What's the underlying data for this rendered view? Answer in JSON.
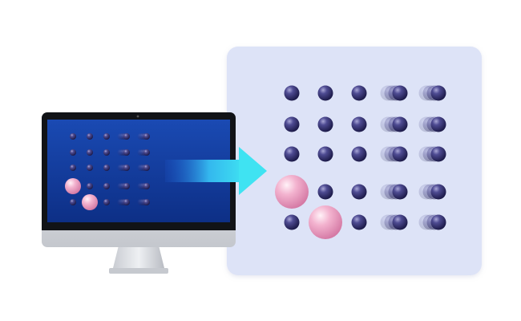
{
  "illustration": {
    "colors": {
      "panel_bg": "#dde3f7",
      "screen_bg": "#103a9a",
      "arrow_start": "#1e5cd6",
      "arrow_end": "#3fe3f2",
      "dot_dark": "#2c2a66",
      "dot_pink": "#f0aac8",
      "monitor_silver": "#d7d9de",
      "bezel": "#111317"
    },
    "icons": [
      "monitor-icon",
      "arrow-right-icon",
      "dot-grid-icon"
    ],
    "grid": {
      "rows": 5,
      "cols": 5,
      "pink_cells": [
        {
          "row": 4,
          "col": 1
        },
        {
          "row": 5,
          "col": 2
        }
      ],
      "motion_trail_cols": [
        4,
        5
      ]
    }
  }
}
